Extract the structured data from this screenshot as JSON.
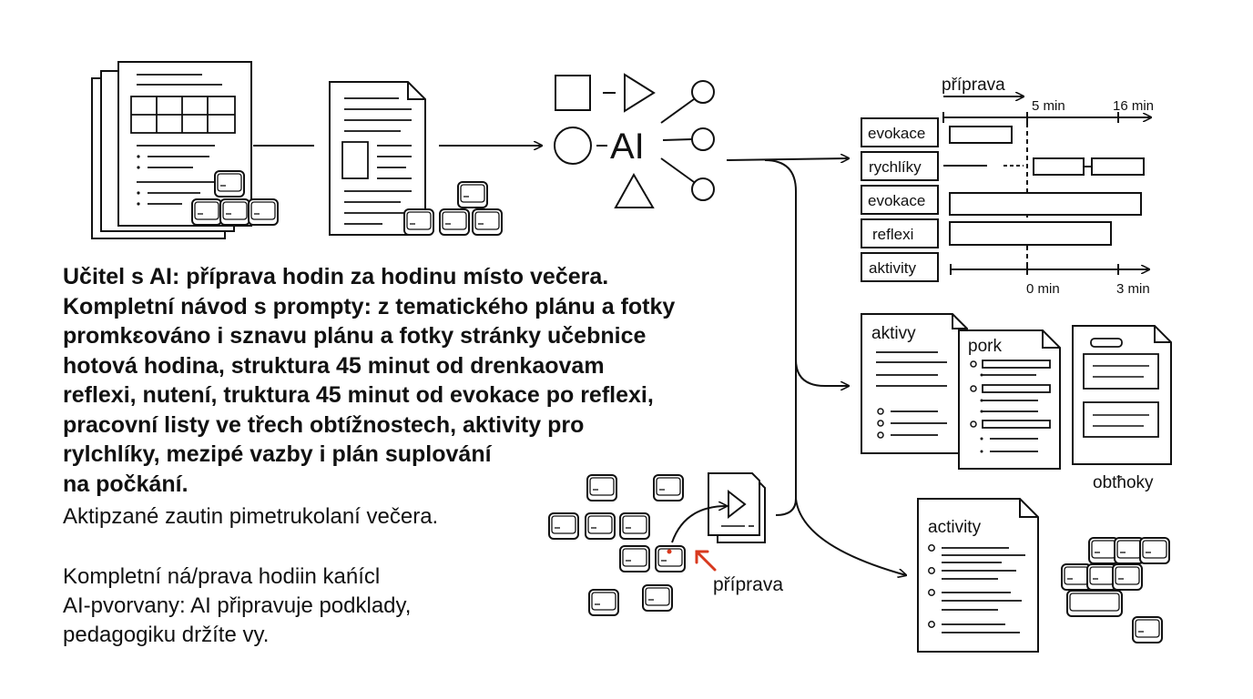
{
  "flow": {
    "ai_label": "AI"
  },
  "timeline": {
    "title": "příprava",
    "top_ticks": [
      "5 min",
      "16 min"
    ],
    "bottom_ticks": [
      "0 min",
      "3 min"
    ],
    "rows": [
      "evokace",
      "rychlíky",
      "evokace",
      "reflexi",
      "aktivity"
    ]
  },
  "docs": {
    "doc1_title": "aktivy",
    "doc2_title": "pork",
    "doc3_caption": "obtħoky",
    "doc4_title": "activity"
  },
  "keyboard_label": "příprava",
  "heading": {
    "lines": [
      "Učitel s AI: příprava hodin za hodinu místo večera.",
      "Kompletní návod s prompty: z tematického plánu a fotky",
      "promkɛováno i sznavu plánu a fotky stránky učebnice",
      "hotová hodina, struktura 45 minut od drenkaovam",
      "reflexi, nutení, truktura 45 minut od evokace po reflexi,",
      "pracovní listy ve třech obtížnostech, aktivity pro",
      "rylchlíky, mezipé vazby i plán suplování",
      "na počkání."
    ]
  },
  "subtext": "Aktipzané zautin pimetrukolaní večera.",
  "blurb": {
    "lines": [
      "Kompletní ná/prava hodiin kańícl",
      "AI-pvorvany: AI připravuje podklady,",
      "pedagogiku držíte vy."
    ]
  },
  "colors": {
    "ink": "#111111",
    "accent": "#d8391e"
  }
}
